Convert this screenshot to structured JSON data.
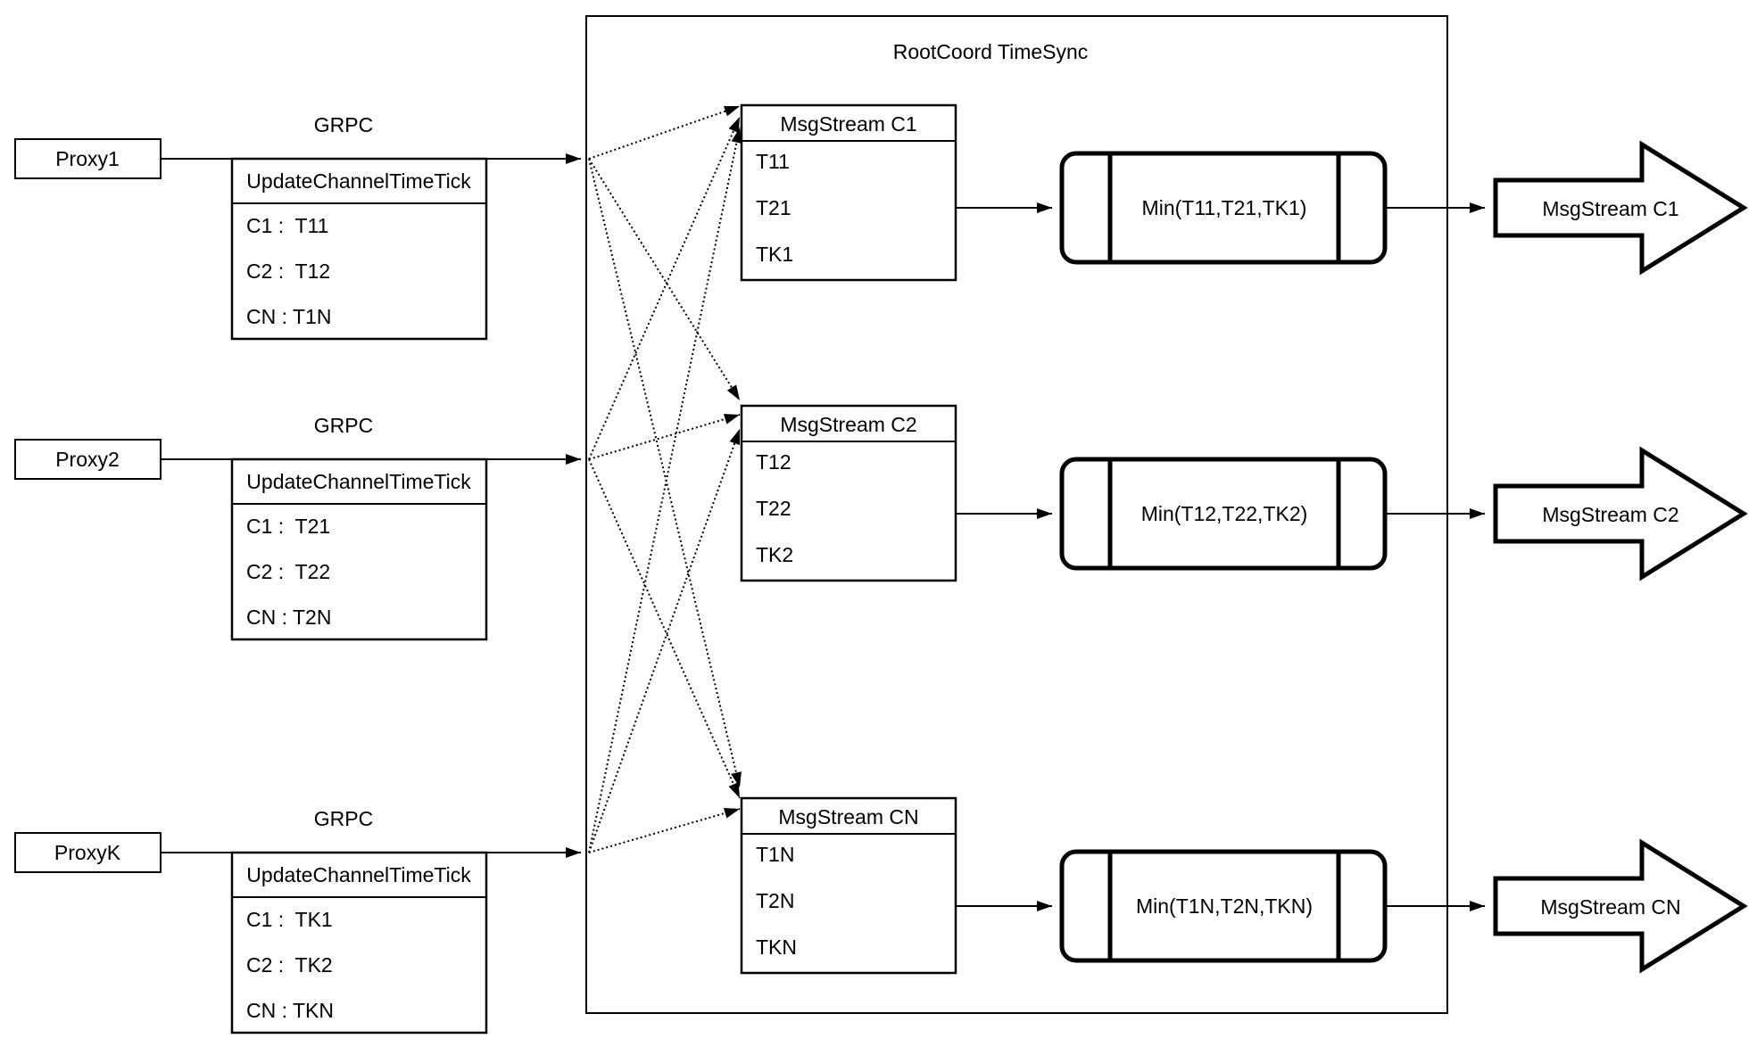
{
  "diagram": {
    "title": "RootCoord TimeSync",
    "colors": {
      "line": "#000000",
      "background": "#ffffff"
    },
    "proxies": [
      {
        "name": "Proxy1",
        "protocol": "GRPC",
        "message": {
          "title": "UpdateChannelTimeTick",
          "rows": [
            "C1 :  T11",
            "C2 :  T12",
            "CN : T1N"
          ]
        }
      },
      {
        "name": "Proxy2",
        "protocol": "GRPC",
        "message": {
          "title": "UpdateChannelTimeTick",
          "rows": [
            "C1 :  T21",
            "C2 :  T22",
            "CN : T2N"
          ]
        }
      },
      {
        "name": "ProxyK",
        "protocol": "GRPC",
        "message": {
          "title": "UpdateChannelTimeTick",
          "rows": [
            "C1 :  TK1",
            "C2 :  TK2",
            "CN : TKN"
          ]
        }
      }
    ],
    "streams": [
      {
        "table_title": "MsgStream C1",
        "table_rows": [
          "T11",
          "T21",
          "TK1"
        ],
        "min_label": "Min(T11,T21,TK1)",
        "output_label": "MsgStream C1"
      },
      {
        "table_title": "MsgStream C2",
        "table_rows": [
          "T12",
          "T22",
          "TK2"
        ],
        "min_label": "Min(T12,T22,TK2)",
        "output_label": "MsgStream C2"
      },
      {
        "table_title": "MsgStream CN",
        "table_rows": [
          "T1N",
          "T2N",
          "TKN"
        ],
        "min_label": "Min(T1N,T2N,TKN)",
        "output_label": "MsgStream CN"
      }
    ]
  }
}
